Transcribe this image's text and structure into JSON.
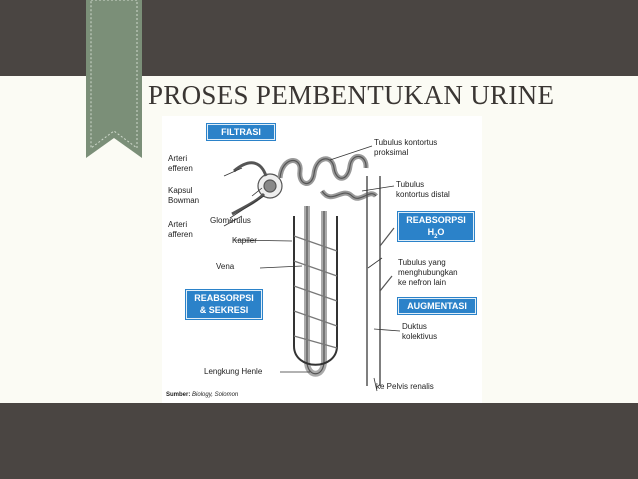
{
  "slide": {
    "title": "PROSES PEMBENTUKAN URINE"
  },
  "diagram": {
    "boxes": {
      "filtrasi": "FILTRASI",
      "reabsorpsi_h2o_line1": "REABSORPSI",
      "reabsorpsi_h2o_line2": "H",
      "reabsorpsi_h2o_sub": "2",
      "reabsorpsi_h2o_line2b": "O",
      "reabsorpsi_sekresi_line1": "REABSORPSI",
      "reabsorpsi_sekresi_line2": "& SEKRESI",
      "augmentasi": "AUGMENTASI"
    },
    "labels": {
      "arteri_efferen": "Arteri\nefferen",
      "kapsul_bowman": "Kapsul\nBowman",
      "arteri_afferen": "Arteri\nafferen",
      "glomerulus": "Glomerulus",
      "kapiler": "Kapiler",
      "vena": "Vena",
      "tubulus_proksimal": "Tubulus kontortus\nproksimal",
      "tubulus_distal": "Tubulus\nkontortus distal",
      "tubulus_penghubung": "Tubulus yang\nmenghubungkan\nke nefron lain",
      "duktus": "Duktus\nkolektivus",
      "lengkung_henle": "Lengkung Henle",
      "pelvis": "ke Pelvis renalis"
    },
    "source_label": "Sumber:",
    "source_text": "Biology, Solomon"
  }
}
